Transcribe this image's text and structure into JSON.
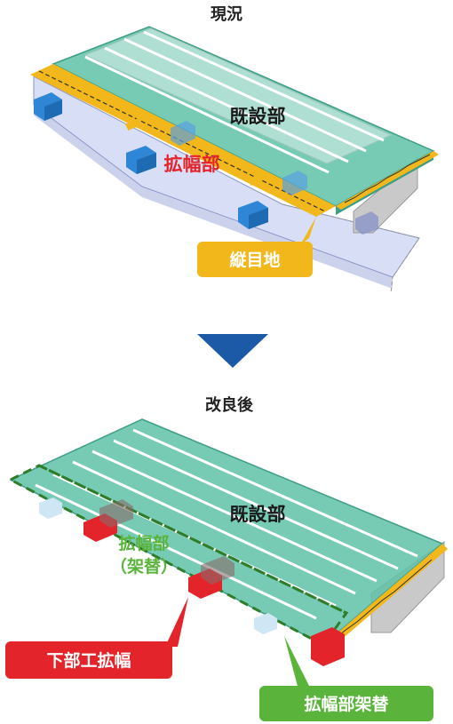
{
  "top": {
    "title": "現況",
    "existing_label": "既設部",
    "widening_label": "拡幅部",
    "joint_callout": "縦目地"
  },
  "bottom": {
    "title": "改良後",
    "existing_label": "既設部",
    "widening_label_line1": "拡幅部",
    "widening_label_line2": "（架替）",
    "substructure_callout": "下部工拡幅",
    "replacement_callout": "拡幅部架替"
  },
  "colors": {
    "deck": "#5fc2a8",
    "deck_edge": "#3f9e86",
    "girder": "#d9ece6",
    "widening": "#a9b7e6",
    "bearing": "#2f86d6",
    "joint": "#f2b71b",
    "arrow": "#1c5aa8",
    "red": "#e3242b",
    "green": "#5ab43c",
    "substructure_red": "#e3242b"
  }
}
